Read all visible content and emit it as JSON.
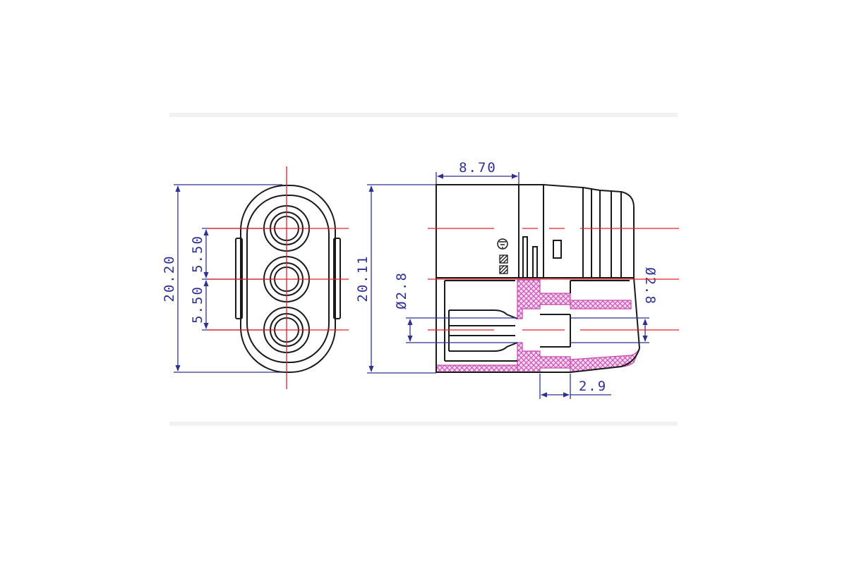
{
  "colors": {
    "outline": "#1a1a1a",
    "dimension": "#2e3192",
    "centerline": "#e0202a",
    "hatch": "#c848b0",
    "hatch_fill": "#f3d6ee",
    "ghost": "#eeeeee"
  },
  "front_view": {
    "dimensions": {
      "overall_height": "20.20",
      "upper_pitch": "5.50",
      "lower_pitch": "5.50"
    }
  },
  "side_view": {
    "dimensions": {
      "overall_height": "20.11",
      "housing_length": "8.70",
      "left_pin_diameter": "Ø2.8",
      "right_pin_diameter": "Ø2.8",
      "shoulder_width": "2.9"
    }
  },
  "icons": [
    "ground-symbol-icon",
    "hatched-box-icon",
    "hatched-box-icon"
  ]
}
